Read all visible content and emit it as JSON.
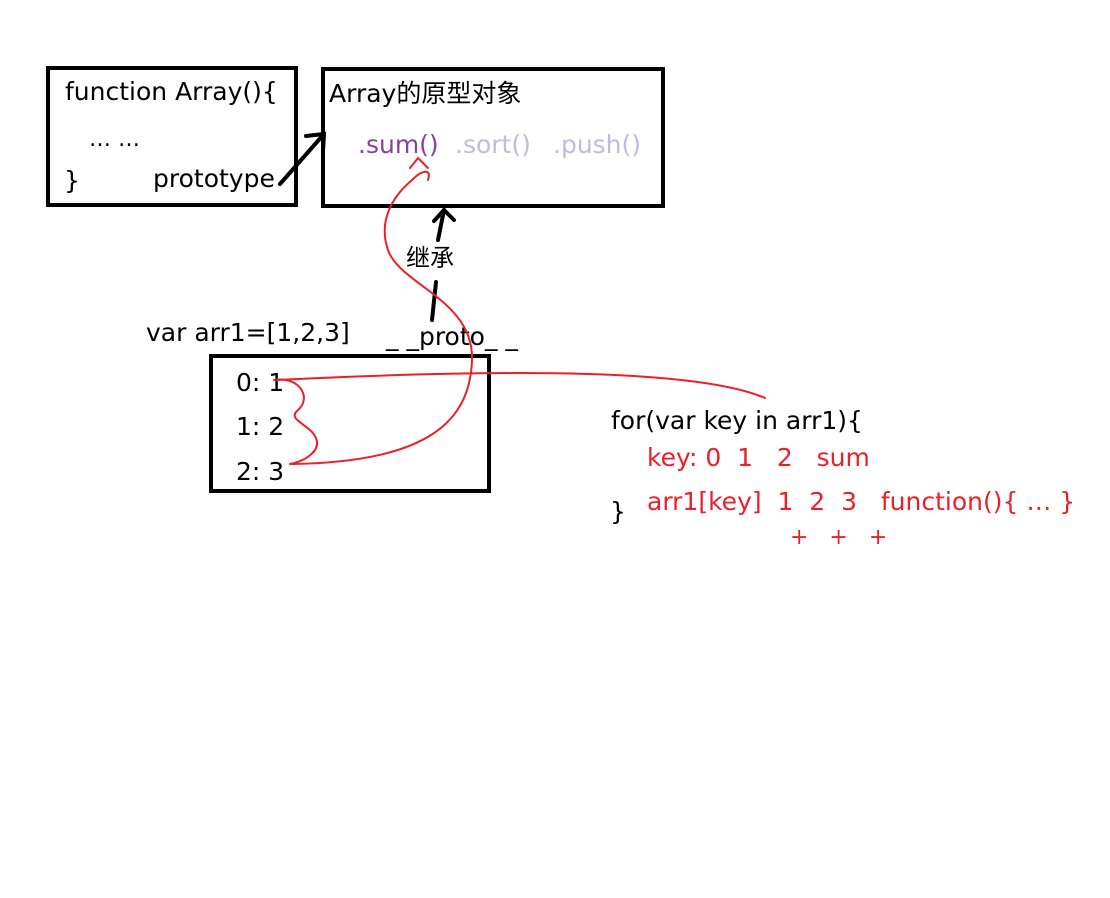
{
  "colors": {
    "ink": "#000000",
    "annotation_red": "#e8202a",
    "sum_purple": "#8a3fa0",
    "faded_lavender": "#c4b8dc"
  },
  "constructor_box": {
    "line1": "function Array(){",
    "line2": "… …",
    "closing_brace": "}",
    "prototype_label": "prototype"
  },
  "prototype_box": {
    "title": "Array的原型对象",
    "methods": [
      ".sum()",
      ".sort()",
      ".push()"
    ]
  },
  "inherit_label": "继承",
  "proto_label": "_ _proto_ _",
  "array_decl": "var arr1=[1,2,3]",
  "array_box": {
    "items": [
      "0: 1",
      "1: 2",
      "2: 3"
    ]
  },
  "loop": {
    "header": "for(var key in arr1){",
    "key_line": "key: 0  1   2   sum",
    "closing_brace": "}",
    "value_line": "arr1[key]  1  2  3   function(){ … }",
    "plus_line": "+   +   +"
  }
}
